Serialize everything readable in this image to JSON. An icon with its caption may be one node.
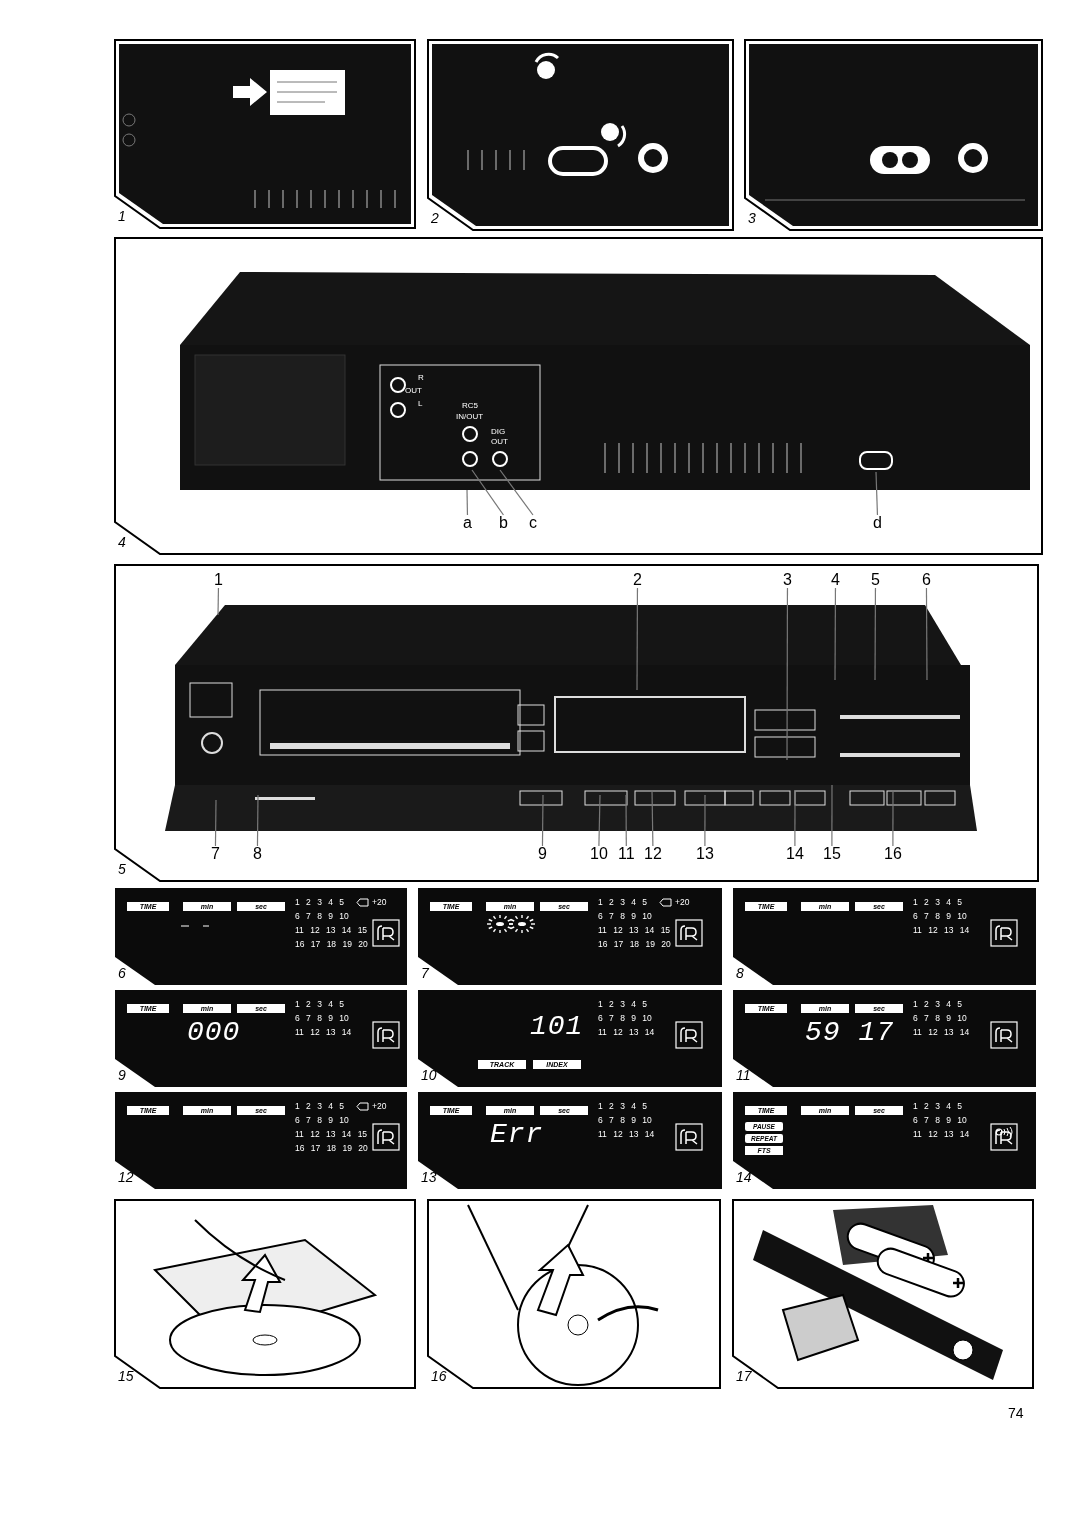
{
  "diagram": {
    "nodes": [
      {
        "text": [],
        "shape": "picture",
        "beside": [
          "1"
        ]
      },
      {
        "text": [],
        "shape": "picture",
        "beside": [
          "2"
        ]
      },
      {
        "text": [],
        "shape": "picture",
        "beside": [
          "3"
        ]
      },
      {
        "text": [
          "R",
          "OUT",
          "L",
          "RC5",
          "IN/OUT",
          "DIG",
          "OUT"
        ],
        "beside": [
          "4"
        ]
      },
      {
        "text": [
          "a"
        ],
        "in": 3
      },
      {
        "text": [
          "b"
        ],
        "in": 3
      },
      {
        "text": [
          "c"
        ],
        "in": 3
      },
      {
        "text": [
          "d"
        ],
        "in": 3
      },
      {
        "text": [],
        "shape": "picture",
        "beside": [
          "5"
        ]
      },
      {
        "text": [
          "1"
        ],
        "in": 8
      },
      {
        "text": [
          "2"
        ],
        "in": 8
      },
      {
        "text": [
          "3"
        ],
        "in": 8
      },
      {
        "text": [
          "4"
        ],
        "in": 8
      },
      {
        "text": [
          "5"
        ],
        "in": 8
      },
      {
        "text": [
          "6"
        ],
        "in": 8
      },
      {
        "text": [
          "7"
        ],
        "in": 8
      },
      {
        "text": [
          "8"
        ],
        "in": 8
      },
      {
        "text": [
          "9"
        ],
        "in": 8
      },
      {
        "text": [
          "10"
        ],
        "in": 8
      },
      {
        "text": [
          "11"
        ],
        "in": 8
      },
      {
        "text": [
          "12"
        ],
        "in": 8
      },
      {
        "text": [
          "13"
        ],
        "in": 8
      },
      {
        "text": [
          "14"
        ],
        "in": 8
      },
      {
        "text": [
          "15"
        ],
        "in": 8
      },
      {
        "text": [
          "16"
        ],
        "in": 8
      },
      {
        "text": [
          "TIME",
          "min",
          "sec",
          "1 2 3 4 5",
          "+20",
          "6 7 8 9 10",
          "11 12 13 14 15",
          "16 17 18 19 20"
        ],
        "beside": [
          "6"
        ]
      },
      {
        "text": [
          "TIME",
          "min",
          "sec",
          "1 2 3 4 5",
          "+20",
          "6 7 8 9 10",
          "11 12 13 14 15",
          "16 17 18 19 20"
        ],
        "beside": [
          "7"
        ]
      },
      {
        "text": [
          "TIME",
          "min",
          "sec",
          "1 2 3 4 5",
          "6 7 8 9 10",
          "11 12 13 14"
        ],
        "beside": [
          "8"
        ]
      },
      {
        "text": [
          "TIME",
          "min",
          "sec",
          "000",
          "1 2 3 4 5",
          "6 7 8 9 10",
          "11 12 13 14"
        ],
        "beside": [
          "9"
        ]
      },
      {
        "text": [
          "101",
          "1 2 3 4 5",
          "6 7 8 9 10",
          "11 12 13 14",
          "TRACK",
          "INDEX"
        ],
        "beside": [
          "10"
        ]
      },
      {
        "text": [
          "TIME",
          "min",
          "sec",
          "59 17",
          "1 2 3 4 5",
          "6 7 8 9 10",
          "11 12 13 14"
        ],
        "beside": [
          "11"
        ]
      },
      {
        "text": [
          "TIME",
          "min",
          "sec",
          "1 2 3 4 5",
          "+20",
          "6 7 8 9 10",
          "11 12 13 14 15",
          "16 17 18 19 20"
        ],
        "beside": [
          "12"
        ]
      },
      {
        "text": [
          "TIME",
          "min",
          "sec",
          "Err",
          "1 2 3 4 5",
          "6 7 8 9 10",
          "11 12 13 14"
        ],
        "beside": [
          "13"
        ]
      },
      {
        "text": [
          "TIME",
          "min",
          "sec",
          "1 2 3 4 5",
          "6 7 8 9 10",
          "11 12 13 14",
          "PAUSE",
          "REPEAT",
          "FTS"
        ],
        "beside": [
          "14"
        ]
      },
      {
        "text": [],
        "shape": "picture",
        "beside": [
          "15"
        ]
      },
      {
        "text": [],
        "shape": "picture",
        "beside": [
          "16"
        ]
      },
      {
        "text": [],
        "shape": "picture",
        "beside": [
          "17"
        ]
      }
    ],
    "edges": [
      {
        "from": 4,
        "to": null,
        "arrow": "none"
      },
      {
        "from": 5,
        "to": null,
        "arrow": "none"
      },
      {
        "from": 6,
        "to": null,
        "arrow": "none"
      },
      {
        "from": 7,
        "to": null,
        "arrow": "none"
      },
      {
        "from": 9,
        "to": null,
        "arrow": "none"
      },
      {
        "from": 10,
        "to": null,
        "arrow": "none"
      },
      {
        "from": 11,
        "to": null,
        "arrow": "none"
      },
      {
        "from": 12,
        "to": null,
        "arrow": "none"
      },
      {
        "from": 13,
        "to": null,
        "arrow": "none"
      },
      {
        "from": 14,
        "to": null,
        "arrow": "none"
      },
      {
        "from": 15,
        "to": null,
        "arrow": "none"
      },
      {
        "from": 16,
        "to": null,
        "arrow": "none"
      },
      {
        "from": 17,
        "to": null,
        "arrow": "none"
      },
      {
        "from": 18,
        "to": null,
        "arrow": "none"
      },
      {
        "from": 19,
        "to": null,
        "arrow": "none"
      },
      {
        "from": 20,
        "to": null,
        "arrow": "none"
      },
      {
        "from": 21,
        "to": null,
        "arrow": "none"
      },
      {
        "from": 22,
        "to": null,
        "arrow": "none"
      },
      {
        "from": 23,
        "to": null,
        "arrow": "none"
      },
      {
        "from": 24,
        "to": null,
        "arrow": "none"
      }
    ],
    "labels": [
      "74"
    ]
  }
}
